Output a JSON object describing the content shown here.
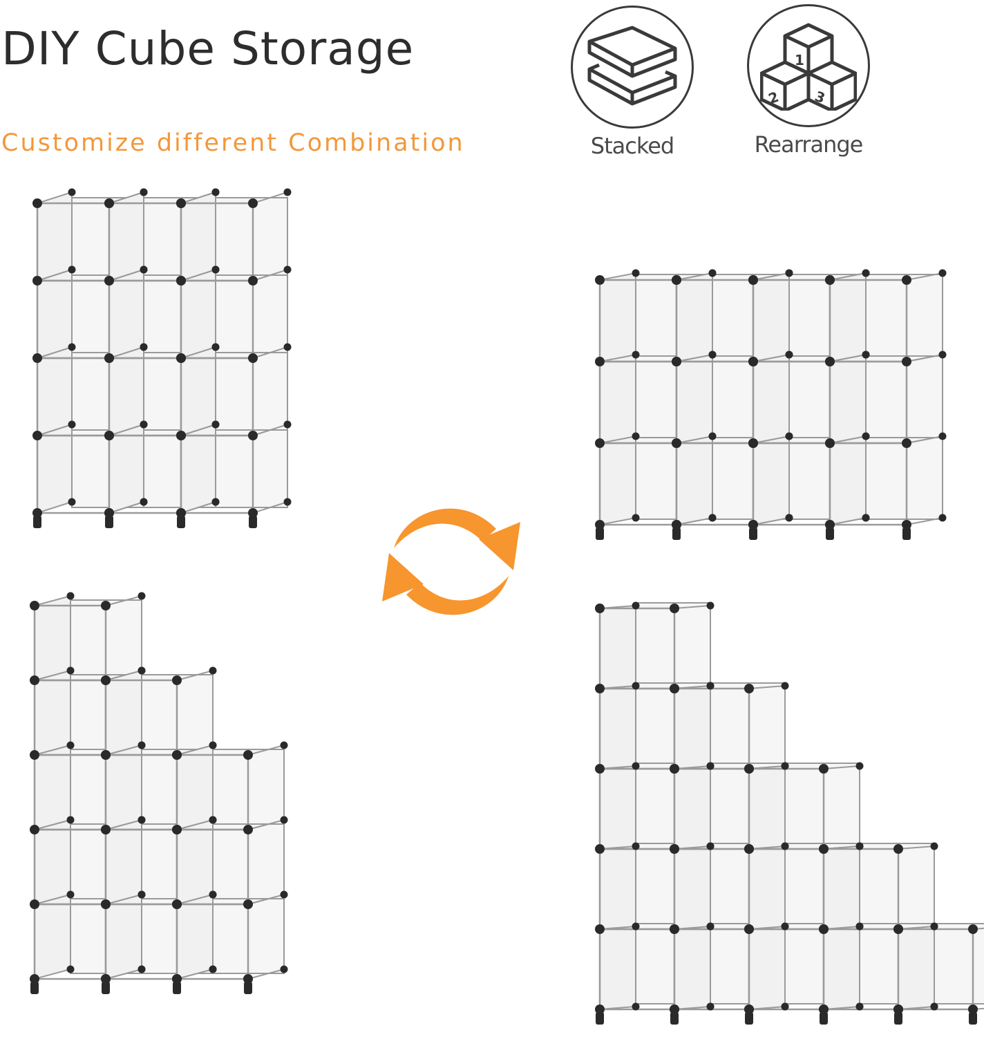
{
  "header": {
    "title": "DIY Cube Storage",
    "subtitle": "Customize different Combination"
  },
  "features": [
    {
      "label": "Stacked",
      "icon": "stacked-layers-icon"
    },
    {
      "label": "Rearrange",
      "icon": "numbered-cubes-icon",
      "cube_numbers": [
        "1",
        "2",
        "3"
      ]
    }
  ],
  "center_icon": {
    "icon": "cycle-arrows-icon",
    "color": "#f7952e"
  },
  "colors": {
    "title": "#2d2d2d",
    "subtitle": "#f2983a",
    "icon_stroke": "#3a3a3a",
    "frame": "#9a9a9a",
    "connector": "#2a2a2a",
    "panel": "#f6f6f6"
  },
  "configurations": [
    {
      "name": "3x4 grid",
      "position": "top-left",
      "column_heights": [
        4,
        4,
        4
      ],
      "cube_count": 12
    },
    {
      "name": "4x3 grid",
      "position": "top-right",
      "column_heights": [
        3,
        3,
        3,
        3
      ],
      "cube_count": 12
    },
    {
      "name": "3-step staircase",
      "position": "bottom-left",
      "column_heights": [
        5,
        4,
        3
      ],
      "cube_count": 12
    },
    {
      "name": "5-step staircase",
      "position": "bottom-right",
      "column_heights": [
        5,
        4,
        3,
        2,
        1
      ],
      "cube_count": 15
    }
  ]
}
